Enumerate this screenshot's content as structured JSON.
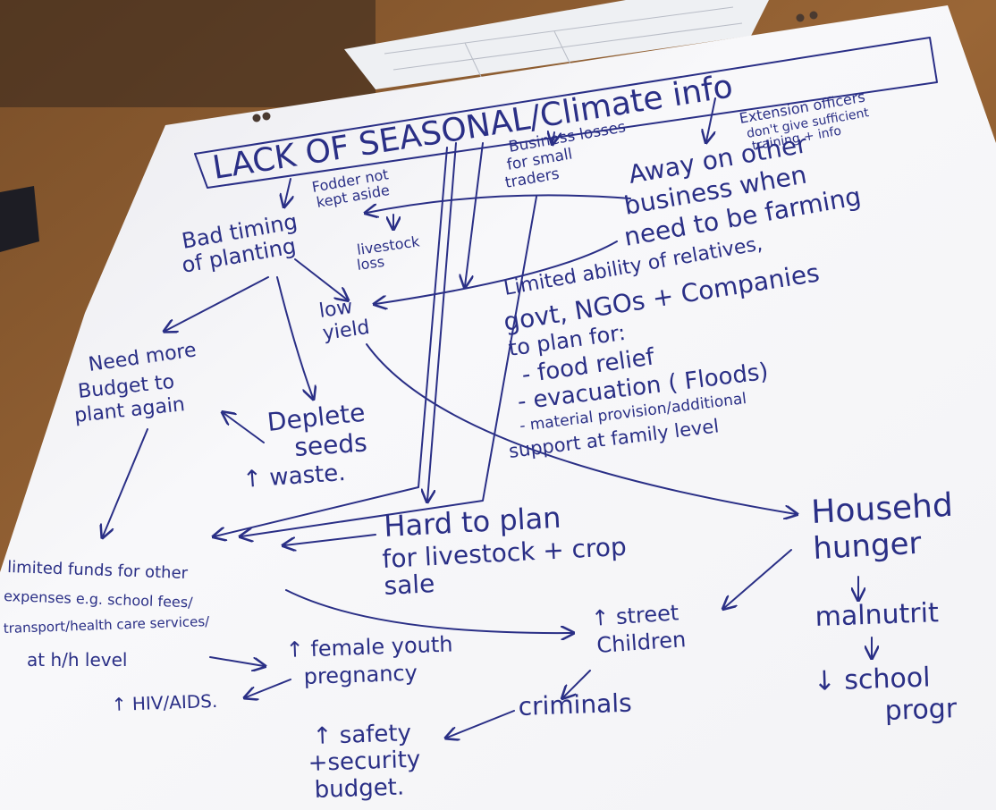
{
  "photo": {
    "description_colors": {
      "ink": "#2a2f86",
      "paper": "#f7f7f9",
      "table": "#8a5a2e"
    }
  },
  "flipchart": {
    "title": "LACK OF SEASONAL/Climate info",
    "notes": {
      "fodder": [
        "Fodder not",
        "kept aside"
      ],
      "business_losses": [
        "Business losses",
        "for small",
        "traders"
      ],
      "extension": [
        "Extension officers",
        "don't give sufficient",
        "training + info"
      ],
      "away": [
        "Away on other",
        "business when",
        "need to be farming"
      ],
      "bad_timing": [
        "Bad timing",
        "of planting"
      ],
      "livestock_loss": [
        "livestock",
        "loss"
      ],
      "low_yield": [
        "low",
        "yield"
      ],
      "limited_ability": [
        "Limited ability of relatives,",
        "govt, NGOs + Companies",
        "to plan for:",
        "- food relief",
        "- evacuation ( Floods)",
        "- material provision/additional",
        "support at family level"
      ],
      "need_more_budget": [
        "Need more",
        "Budget to",
        "plant again"
      ],
      "deplete_seeds": [
        "Deplete",
        "seeds",
        "↑ waste."
      ],
      "hard_to_plan": [
        "Hard to plan",
        "for livestock + crop",
        "sale"
      ],
      "household_hunger": [
        "Househd",
        "hunger"
      ],
      "limited_funds": [
        "limited funds for other",
        "expenses e.g. school fees/",
        "transport/health care services/",
        "at h/h level"
      ],
      "street_children": [
        "↑ street",
        "Children"
      ],
      "female_youth": [
        "↑ female youth",
        "pregnancy"
      ],
      "malnutrition": "malnutrit",
      "school": [
        "↓ school",
        "progr"
      ],
      "hiv": "↑ HIV/AIDS.",
      "criminals": "criminals",
      "safety": [
        "↑ safety",
        "+security",
        "budget."
      ]
    }
  }
}
